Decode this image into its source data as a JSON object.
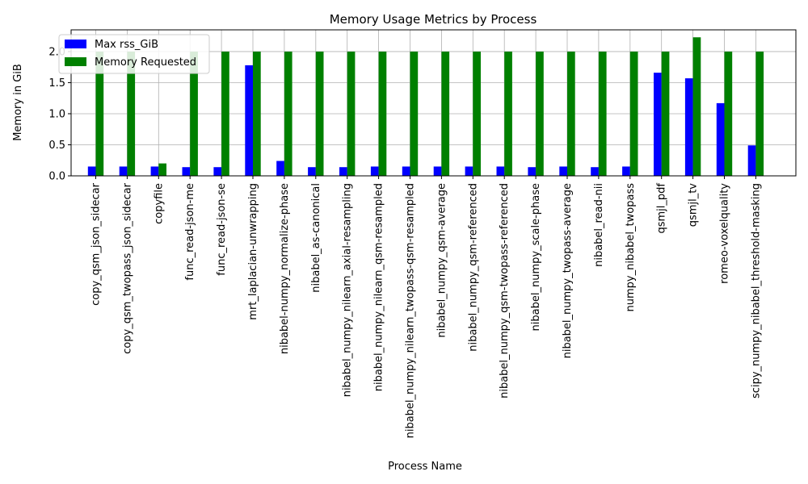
{
  "chart_data": {
    "type": "bar",
    "title": "Memory Usage Metrics by Process",
    "xlabel": "Process Name",
    "ylabel": "Memory in GiB",
    "ylim": [
      0,
      2.35
    ],
    "yticks": [
      "0.0",
      "0.5",
      "1.0",
      "1.5",
      "2.0"
    ],
    "grid": true,
    "legend_position": "top-left",
    "categories": [
      "copy_qsm_json_sidecar",
      "copy_qsm_twopass_json_sidecar",
      "copyfile",
      "func_read-json-me",
      "func_read-json-se",
      "mrt_laplacian-unwrapping",
      "nibabel-numpy_normalize-phase",
      "nibabel_as-canonical",
      "nibabel_numpy_nilearn_axial-resampling",
      "nibabel_numpy_nilearn_qsm-resampled",
      "nibabel_numpy_nilearn_twopass-qsm-resampled",
      "nibabel_numpy_qsm-average",
      "nibabel_numpy_qsm-referenced",
      "nibabel_numpy_qsm-twopass-referenced",
      "nibabel_numpy_scale-phase",
      "nibabel_numpy_twopass-average",
      "nibabel_read-nii",
      "numpy_nibabel_twopass",
      "qsmjl_pdf",
      "qsmjl_tv",
      "romeo-voxelquality",
      "scipy_numpy_nibabel_threshold-masking"
    ],
    "series": [
      {
        "name": "Max rss_GiB",
        "color": "#0000ff",
        "values": [
          0.15,
          0.15,
          0.15,
          0.14,
          0.14,
          1.78,
          0.24,
          0.14,
          0.14,
          0.15,
          0.15,
          0.15,
          0.15,
          0.15,
          0.14,
          0.15,
          0.14,
          0.15,
          1.66,
          1.57,
          1.17,
          0.49
        ]
      },
      {
        "name": "Memory Requested",
        "color": "#008000",
        "values": [
          2.0,
          2.0,
          0.2,
          2.0,
          2.0,
          2.0,
          2.0,
          2.0,
          2.0,
          2.0,
          2.0,
          2.0,
          2.0,
          2.0,
          2.0,
          2.0,
          2.0,
          2.0,
          2.0,
          2.23,
          2.0,
          2.0
        ]
      }
    ]
  }
}
